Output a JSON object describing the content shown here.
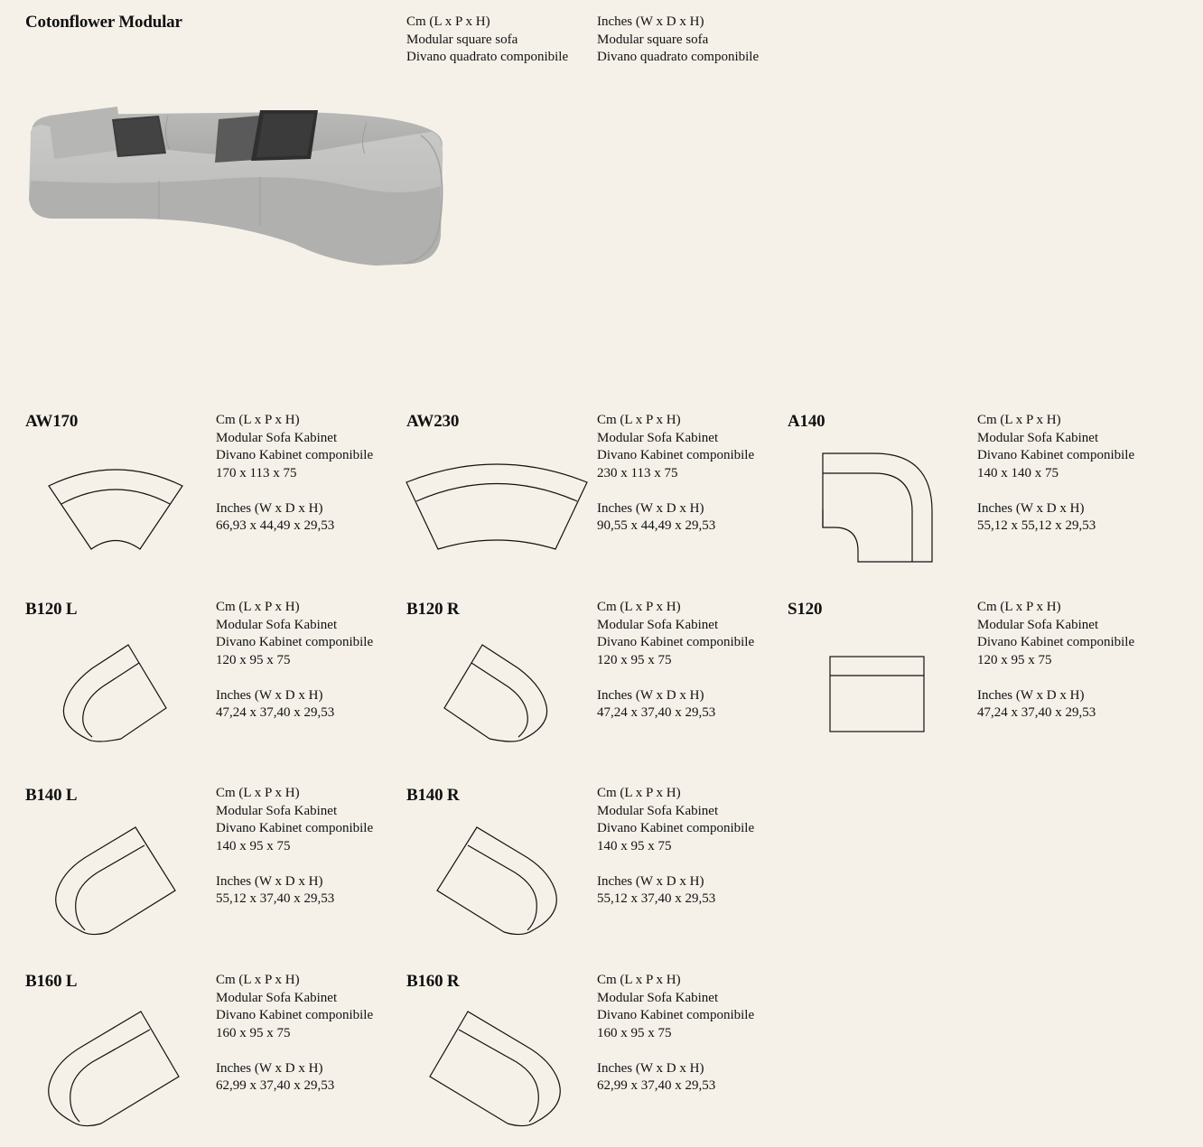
{
  "title": "Cotonflower Modular",
  "header": {
    "cm": [
      "Cm (L x P x H)",
      "Modular square sofa",
      "Divano quadrato componibile"
    ],
    "inches": [
      "Inches (W x D x H)",
      "Modular square sofa",
      "Divano quadrato componibile"
    ]
  },
  "sofa_image": {
    "description_icon": "sofa-photo"
  },
  "modules": [
    {
      "code": "AW170",
      "lines": [
        "Cm (L x P x H)",
        "Modular Sofa Kabinet",
        "Divano Kabinet componibile",
        "170 x 113 x 75",
        "",
        "Inches (W x D x H)",
        "66,93 x 44,49 x 29,53"
      ]
    },
    {
      "code": "AW230",
      "lines": [
        "Cm (L x P x H)",
        "Modular Sofa Kabinet",
        "Divano Kabinet componibile",
        "230 x 113 x 75",
        "",
        "Inches (W x D x H)",
        "90,55 x 44,49 x 29,53"
      ]
    },
    {
      "code": "A140",
      "lines": [
        "Cm (L x P x H)",
        "Modular Sofa Kabinet",
        "Divano Kabinet componibile",
        "140 x 140 x 75",
        "",
        "Inches (W x D x H)",
        "55,12 x 55,12 x 29,53"
      ]
    },
    {
      "code": "B120 L",
      "lines": [
        "Cm (L x P x H)",
        "Modular Sofa Kabinet",
        "Divano Kabinet componibile",
        "120 x 95 x 75",
        "",
        "Inches (W x D x H)",
        "47,24 x 37,40 x 29,53"
      ]
    },
    {
      "code": "B120 R",
      "lines": [
        "Cm (L x P x H)",
        "Modular Sofa Kabinet",
        "Divano Kabinet componibile",
        "120 x 95 x 75",
        "",
        "Inches (W x D x H)",
        "47,24 x 37,40 x 29,53"
      ]
    },
    {
      "code": "S120",
      "lines": [
        "Cm (L x P x H)",
        "Modular Sofa Kabinet",
        "Divano Kabinet componibile",
        "120 x 95 x 75",
        "",
        "Inches (W x D x H)",
        "47,24 x 37,40 x 29,53"
      ]
    },
    {
      "code": "B140 L",
      "lines": [
        "Cm (L x P x H)",
        "Modular Sofa Kabinet",
        "Divano Kabinet componibile",
        "140 x 95 x 75",
        "",
        "Inches (W x D x H)",
        "55,12 x 37,40 x 29,53"
      ]
    },
    {
      "code": "B140 R",
      "lines": [
        "Cm (L x P x H)",
        "Modular Sofa Kabinet",
        "Divano Kabinet componibile",
        "140 x 95 x 75",
        "",
        "Inches (W x D x H)",
        "55,12 x 37,40 x 29,53"
      ]
    },
    {
      "code": "B160 L",
      "lines": [
        "Cm (L x P x H)",
        "Modular Sofa Kabinet",
        "Divano Kabinet componibile",
        "160 x 95 x 75",
        "",
        "Inches (W x D x H)",
        "62,99 x 37,40 x 29,53"
      ]
    },
    {
      "code": "B160 R",
      "lines": [
        "Cm (L x P x H)",
        "Modular Sofa Kabinet",
        "Divano Kabinet componibile",
        "160 x 95 x 75",
        "",
        "Inches (W x D x H)",
        "62,99 x 37,40 x 29,53"
      ]
    }
  ]
}
